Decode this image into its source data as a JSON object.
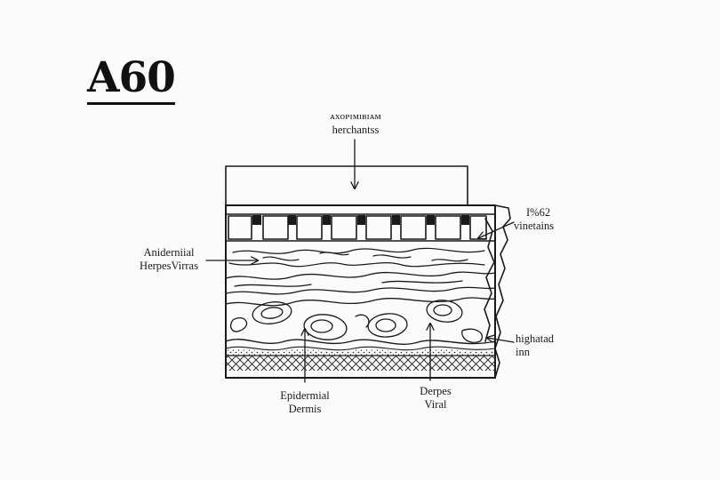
{
  "title": "A60",
  "labels": {
    "top": {
      "line1": "ᴀxᴏᴘɪᴍɪʙɪᴀᴍ",
      "line2": "herchantss"
    },
    "left": {
      "line1": "Aniderniial",
      "line2": "HerpesVirras"
    },
    "right_top": {
      "line1": "I%62",
      "line2": "vinetains"
    },
    "right_bottom": {
      "line1": "highatad",
      "line2": "inn"
    },
    "bottom_left": {
      "line1": "Epidermial",
      "line2": "Dermis"
    },
    "bottom_right": {
      "line1": "Derpes",
      "line2": "Viral"
    }
  },
  "colors": {
    "ink": "#1a1a1a",
    "paper": "#fbfbfb"
  }
}
